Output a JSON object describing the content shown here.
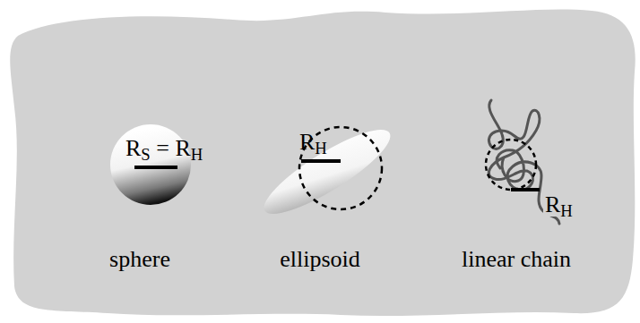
{
  "diagram": {
    "labels": [
      "RS = RH",
      "RH",
      "RH",
      "sphere",
      "ellipsoid",
      "linear chain"
    ]
  }
}
